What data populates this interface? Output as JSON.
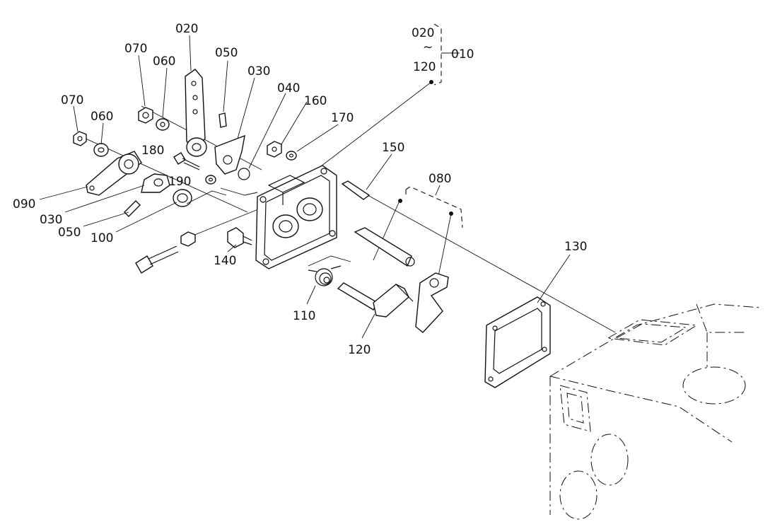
{
  "callouts": {
    "c070a": "070",
    "c060a": "060",
    "c020": "020",
    "c050a": "050",
    "c030a": "030",
    "c040": "040",
    "c160": "160",
    "c170": "170",
    "c070b": "070",
    "c060b": "060",
    "c180": "180",
    "c190": "190",
    "c090": "090",
    "c030b": "030",
    "c050b": "050",
    "c100": "100",
    "c140": "140",
    "c110": "110",
    "c120": "120",
    "c150": "150",
    "c080": "080",
    "c130": "130",
    "asm_from": "020",
    "asm_tilde": "~",
    "asm_to": "120",
    "asm_id": "010"
  },
  "colors": {
    "ink": "#111111",
    "paper": "#ffffff"
  }
}
